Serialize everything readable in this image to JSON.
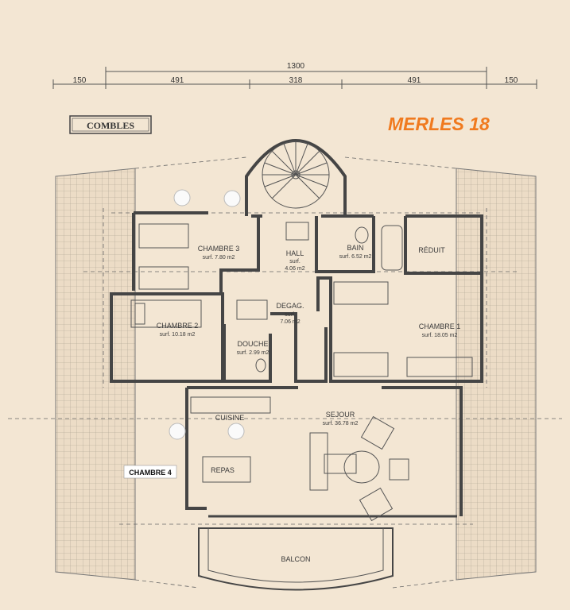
{
  "dimensions": {
    "total": "1300",
    "segments": [
      "150",
      "491",
      "318",
      "491",
      "150"
    ]
  },
  "title_box": "COMBLES",
  "brand_title": "MERLES 18",
  "brand_color": "#f07a1f",
  "rooms": {
    "chambre3": {
      "name": "CHAMBRE 3",
      "surf": "surf. 7.80 m2"
    },
    "hall": {
      "name": "HALL",
      "surf1": "surf.",
      "surf2": "4.06 m2"
    },
    "bain": {
      "name": "BAIN",
      "surf": "surf. 6.52 m2"
    },
    "reduit": {
      "name": "RÉDUIT"
    },
    "chambre2": {
      "name": "CHAMBRE 2",
      "surf": "surf. 10.18 m2"
    },
    "degag": {
      "name": "DEGAG.",
      "surf1": "surf.",
      "surf2": "7.06 m2"
    },
    "chambre1": {
      "name": "CHAMBRE 1",
      "surf": "surf. 18.05 m2"
    },
    "douche": {
      "name": "DOUCHE",
      "surf": "surf. 2.99 m2"
    },
    "cuisine": {
      "name": "CUISINE"
    },
    "sejour": {
      "name": "SEJOUR",
      "surf": "surf. 36.78 m2"
    },
    "chambre4": {
      "name": "CHAMBRE 4"
    },
    "repas": {
      "name": "REPAS"
    },
    "balcon": {
      "name": "BALCON"
    }
  }
}
